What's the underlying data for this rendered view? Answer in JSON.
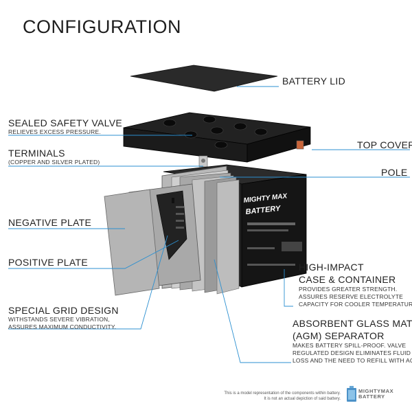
{
  "title": "CONFIGURATION",
  "accent_color": "#2b8fd0",
  "labels": {
    "battery_lid": "BATTERY LID",
    "sealed_valve": "SEALED SAFETY VALVE",
    "sealed_valve_sub": "RELIEVES EXCESS PRESSURE.",
    "top_cover": "TOP COVER",
    "terminals": "TERMINALS",
    "terminals_sub": "(COPPER AND SILVER PLATED)",
    "pole": "POLE",
    "negative_plate": "NEGATIVE PLATE",
    "positive_plate": "POSITIVE PLATE",
    "high_impact_1": "HIGH-IMPACT",
    "high_impact_2": "CASE & CONTAINER",
    "high_impact_sub1": "PROVIDES GREATER STRENGTH.",
    "high_impact_sub2": "ASSURES RESERVE ELECTROLYTE",
    "high_impact_sub3": "CAPACITY FOR COOLER TEMPERATURES.",
    "grid_design": "SPECIAL GRID DESIGN",
    "grid_design_sub1": "WITHSTANDS SEVERE VIBRATION,",
    "grid_design_sub2": "ASSURES MAXIMUM CONDUCTIVITY.",
    "agm_1": "ABSORBENT GLASS MAT",
    "agm_2": "(AGM) SEPARATOR",
    "agm_sub1": "MAKES BATTERY SPILL-PROOF. VALVE",
    "agm_sub2": "REGULATED DESIGN ELIMINATES FLUID",
    "agm_sub3": "LOSS AND THE NEED TO REFILL WITH ACID."
  },
  "battery_brand": {
    "line1": "MIGHTY MAX",
    "line2": "BATTERY"
  },
  "footer": {
    "disclaimer_1": "This is a model representation of the components within battery.",
    "disclaimer_2": "It is not an actual depiction of said battery.",
    "brand_1": "MIGHTYMAX",
    "brand_2": "BATTERY"
  }
}
